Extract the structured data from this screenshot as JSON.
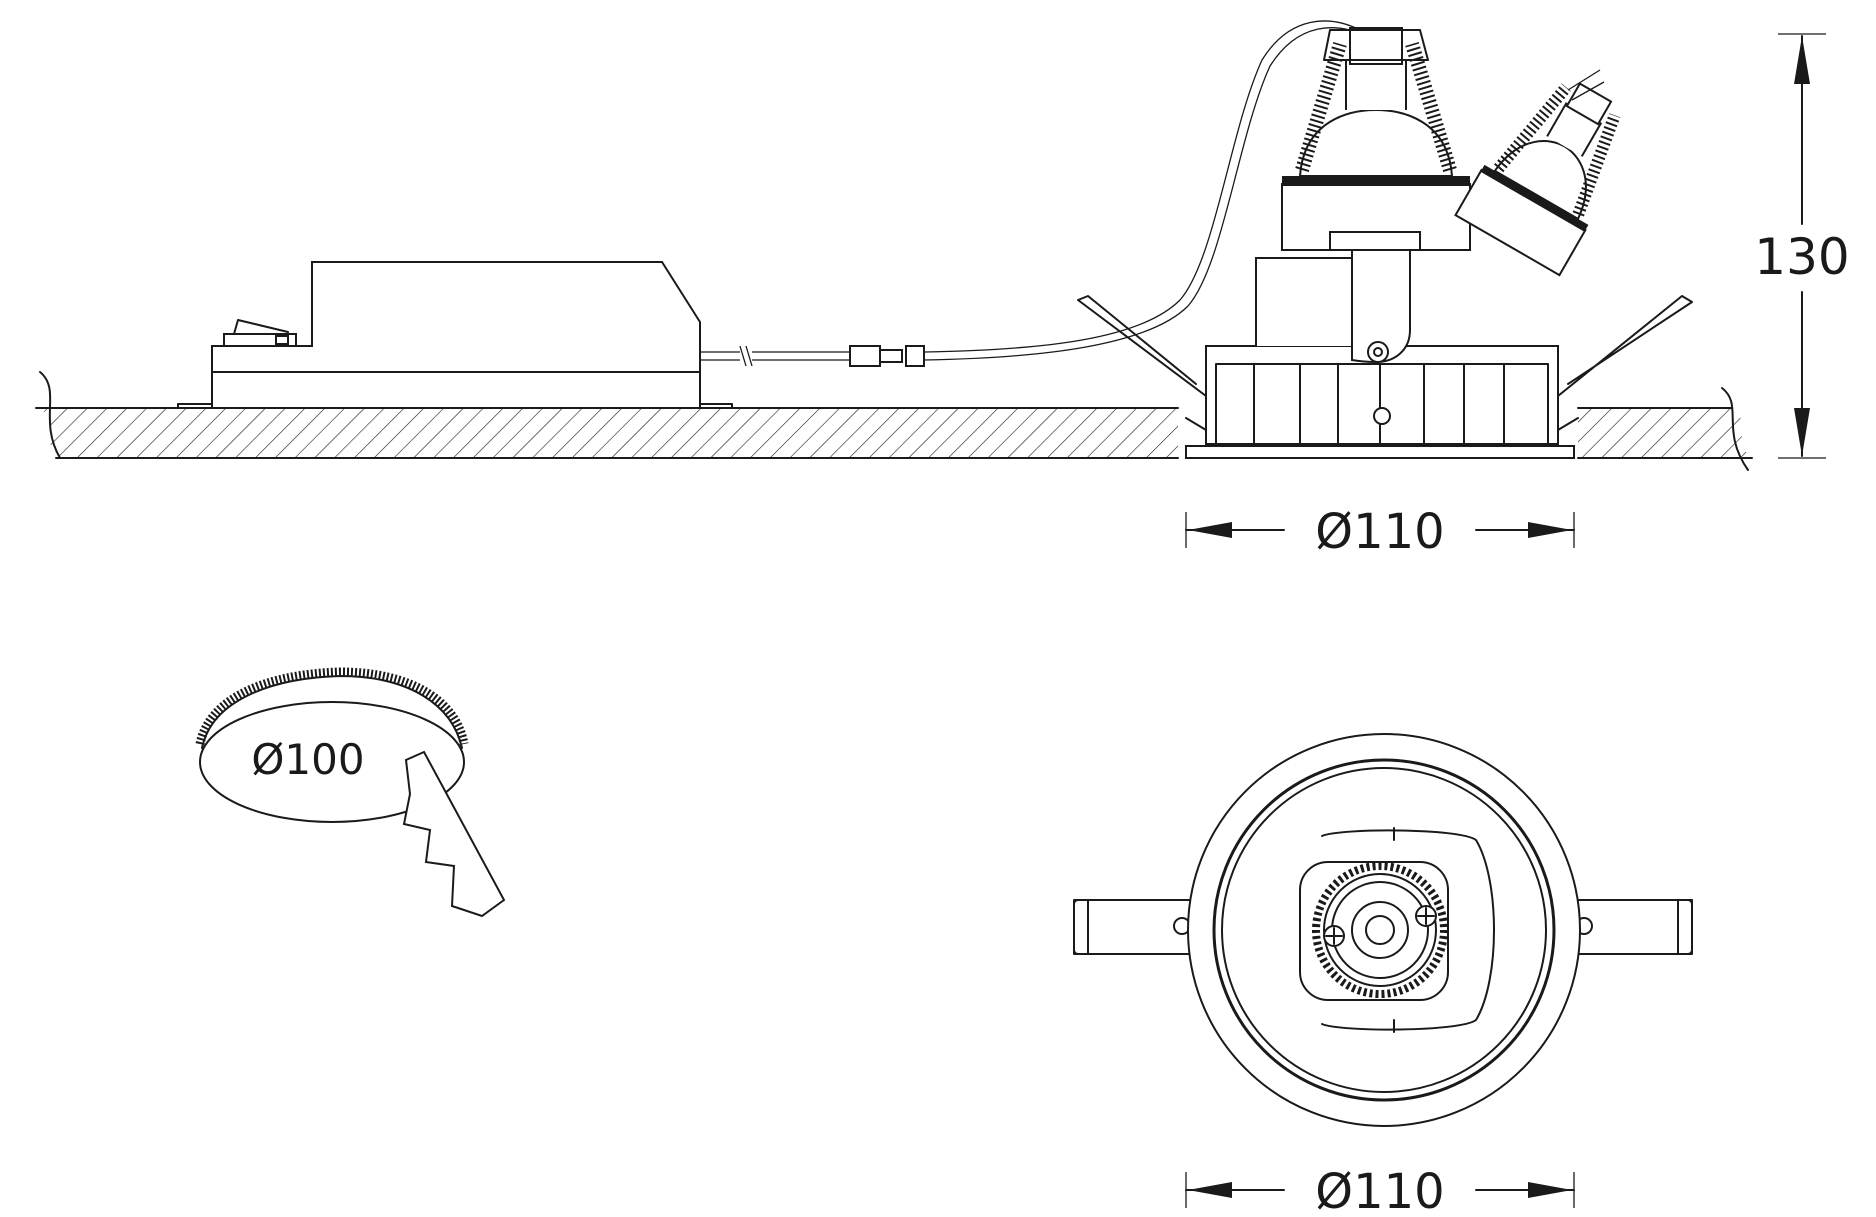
{
  "dimensions": {
    "side_width_label": "Ø110",
    "height_label": "130",
    "cutout_label": "Ø100",
    "front_width_label": "Ø110"
  }
}
